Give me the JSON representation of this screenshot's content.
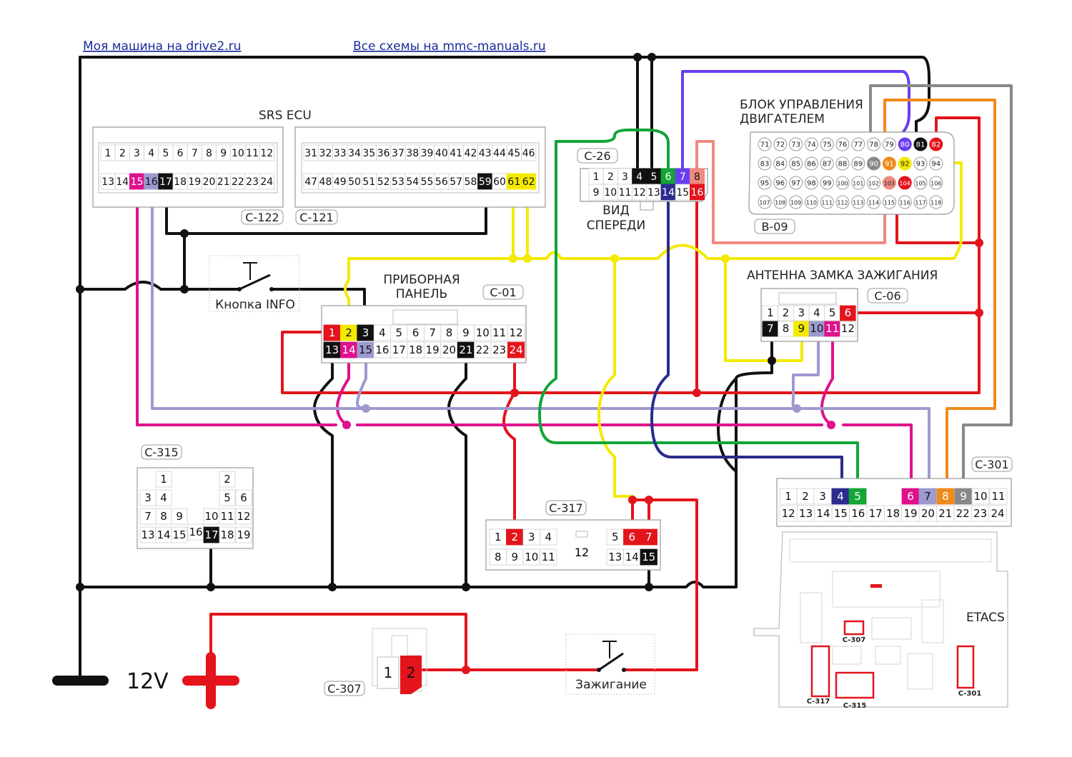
{
  "links": {
    "drive2": "Моя машина на drive2.ru",
    "mmc": "Все схемы на mmc-manuals.ru"
  },
  "labels": {
    "srs_ecu": "SRS ECU",
    "front_view": [
      "ВИД",
      "СПЕРЕДИ"
    ],
    "engine_ecu": [
      "БЛОК УПРАВЛЕНИЯ",
      "ДВИГАТЕЛЕМ"
    ],
    "instrument_panel": [
      "ПРИБОРНАЯ",
      "ПАНЕЛЬ"
    ],
    "info_button": "Кнопка INFO",
    "ignition_antenna": "АНТЕННА ЗАМКА ЗАЖИГАНИЯ",
    "ignition_switch": "Зажигание",
    "etacs": "ETACS",
    "voltage": "12V"
  },
  "connectors": {
    "c122": {
      "tag": "C-122",
      "row1": [
        "1",
        "2",
        "3",
        "4",
        "5",
        "6",
        "7",
        "8",
        "9",
        "10",
        "11",
        "12"
      ],
      "row2": [
        "13",
        "14",
        "15",
        "16",
        "17",
        "18",
        "19",
        "20",
        "21",
        "22",
        "23",
        "24"
      ]
    },
    "c121": {
      "tag": "C-121",
      "row1": [
        "31",
        "32",
        "33",
        "34",
        "35",
        "36",
        "37",
        "38",
        "39",
        "40",
        "41",
        "42",
        "43",
        "44",
        "45",
        "46"
      ],
      "row2": [
        "47",
        "48",
        "49",
        "50",
        "51",
        "52",
        "53",
        "54",
        "55",
        "56",
        "57",
        "58",
        "59",
        "60",
        "61",
        "62"
      ]
    },
    "c26": {
      "tag": "C-26",
      "row1": [
        "1",
        "2",
        "3",
        "4",
        "5",
        "6",
        "7",
        "8"
      ],
      "row2": [
        "9",
        "10",
        "11",
        "12",
        "13",
        "14",
        "15",
        "16"
      ]
    },
    "b09": {
      "tag": "B-09",
      "row1": [
        "71",
        "72",
        "73",
        "74",
        "75",
        "76",
        "77",
        "78",
        "79",
        "80",
        "81",
        "82"
      ],
      "row2": [
        "83",
        "84",
        "85",
        "86",
        "87",
        "88",
        "89",
        "90",
        "91",
        "92",
        "93",
        "94"
      ],
      "row3": [
        "95",
        "96",
        "97",
        "98",
        "99",
        "100",
        "101",
        "102",
        "103",
        "104",
        "105",
        "106"
      ],
      "row4": [
        "107",
        "108",
        "109",
        "110",
        "111",
        "112",
        "113",
        "114",
        "115",
        "116",
        "117",
        "118"
      ]
    },
    "c01": {
      "tag": "C-01",
      "row1": [
        "1",
        "2",
        "3",
        "4",
        "5",
        "6",
        "7",
        "8",
        "9",
        "10",
        "11",
        "12"
      ],
      "row2": [
        "13",
        "14",
        "15",
        "16",
        "17",
        "18",
        "19",
        "20",
        "21",
        "22",
        "23",
        "24"
      ]
    },
    "c06": {
      "tag": "C-06",
      "row1": [
        "1",
        "2",
        "3",
        "4",
        "5",
        "6"
      ],
      "row2": [
        "7",
        "8",
        "9",
        "10",
        "11",
        "12"
      ]
    },
    "c315": {
      "tag": "C-315",
      "pins": [
        "1",
        "2",
        "3",
        "4",
        "5",
        "6",
        "7",
        "8",
        "9",
        "10",
        "11",
        "12",
        "13",
        "14",
        "15",
        "16",
        "17",
        "18",
        "19"
      ]
    },
    "c317": {
      "tag": "C-317",
      "row1": [
        "1",
        "2",
        "3",
        "4",
        "5",
        "6",
        "7"
      ],
      "row2": [
        "8",
        "9",
        "10",
        "11",
        "13",
        "14",
        "15"
      ],
      "mid": "12"
    },
    "c301": {
      "tag": "C-301",
      "row1": [
        "1",
        "2",
        "3",
        "4",
        "5",
        "6",
        "7",
        "8",
        "9",
        "10",
        "11"
      ],
      "row2": [
        "12",
        "13",
        "14",
        "15",
        "16",
        "17",
        "18",
        "19",
        "20",
        "21",
        "22",
        "23",
        "24"
      ]
    },
    "c307": {
      "tag": "C-307",
      "pins": [
        "1",
        "2"
      ]
    }
  },
  "etacs_labels": [
    "C-307",
    "C-317",
    "C-315",
    "C-301"
  ],
  "colors": {
    "black": "#111111",
    "red": "#e3141b",
    "pink": "#e0118c",
    "lavender": "#9d9ad0",
    "yellow": "#f4ea00",
    "green": "#13a538",
    "blue": "#2b2c8c",
    "violet": "#6a3df0",
    "salmon": "#ef8a80",
    "orange": "#f08a1d",
    "gray": "#888888"
  }
}
